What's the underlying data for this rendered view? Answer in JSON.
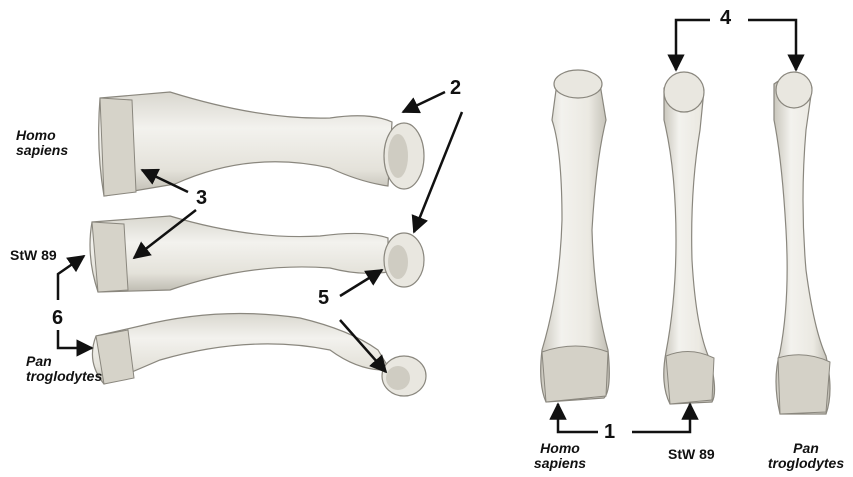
{
  "labels": {
    "left": {
      "homo_line1": "Homo",
      "homo_line2": "sapiens",
      "stw": "StW 89",
      "pan_line1": "Pan",
      "pan_line2": "troglodytes"
    },
    "right": {
      "homo_line1": "Homo",
      "homo_line2": "sapiens",
      "stw": "StW 89",
      "pan_line1": "Pan",
      "pan_line2": "troglodytes"
    },
    "markers": [
      "1",
      "2",
      "3",
      "4",
      "5",
      "6"
    ]
  },
  "colors": {
    "bone_fill": "#efeee9",
    "bone_shade": "#b9b6ac",
    "bone_outline": "#8a877e",
    "arrow": "#111111"
  }
}
